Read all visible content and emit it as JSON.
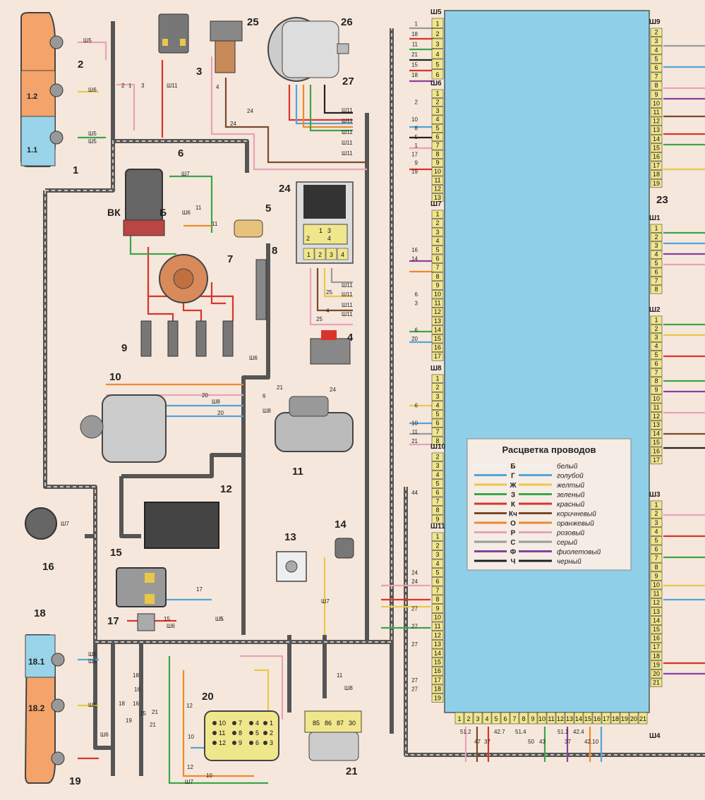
{
  "colors": {
    "background": "#f6e7dc",
    "block_fill": "#8fd0e8",
    "connector_pin": "#f0e68c",
    "orange_lamp": "#f4a36a",
    "blue_lamp": "#9ad4ea",
    "harness": "#555555"
  },
  "component_numbers": [
    "1",
    "2",
    "3",
    "4",
    "5",
    "6",
    "7",
    "8",
    "9",
    "10",
    "11",
    "12",
    "13",
    "14",
    "15",
    "16",
    "17",
    "18",
    "19",
    "20",
    "21",
    "23",
    "24",
    "25",
    "26",
    "27"
  ],
  "lamp_sections_front": [
    "1.2",
    "1.1"
  ],
  "lamp_sections_rear": [
    "18.1",
    "18.2"
  ],
  "coil_terminals": {
    "bk": "ВК",
    "b": "Б"
  },
  "relay24_pins": [
    "1",
    "2",
    "3",
    "4"
  ],
  "relay24_contacts": [
    "1",
    "2",
    "3",
    "4"
  ],
  "relay21_pins": [
    "85",
    "86",
    "87",
    "30"
  ],
  "block20_pins": [
    "10",
    "7",
    "4",
    "1",
    "11",
    "8",
    "5",
    "2",
    "12",
    "9",
    "6",
    "3"
  ],
  "connectors": {
    "sh5": {
      "name": "Ш5",
      "pins": [
        "1",
        "2",
        "3",
        "4",
        "5",
        "6"
      ],
      "wires": [
        "1",
        "18",
        "11",
        "21",
        "15",
        "18"
      ]
    },
    "sh6": {
      "name": "Ш6",
      "pins": [
        "1",
        "2",
        "3",
        "4",
        "5",
        "6",
        "7",
        "8",
        "9",
        "10",
        "11",
        "12",
        "13"
      ],
      "wires": [
        "",
        "2",
        "",
        "10",
        "8",
        "5",
        "1",
        "17",
        "9",
        "19",
        "",
        "",
        ""
      ]
    },
    "sh7": {
      "name": "Ш7",
      "pins": [
        "1",
        "2",
        "3",
        "4",
        "5",
        "6",
        "7",
        "8",
        "9",
        "10",
        "11",
        "12",
        "13",
        "14",
        "15",
        "16",
        "17"
      ],
      "wires": [
        "",
        "",
        "",
        "",
        "16",
        "14",
        "",
        "",
        "",
        "6",
        "3",
        "",
        "",
        "6",
        "20",
        "",
        ""
      ]
    },
    "sh8": {
      "name": "Ш8",
      "pins": [
        "1",
        "2",
        "3",
        "4",
        "5",
        "6",
        "7",
        "8"
      ],
      "wires": [
        "",
        "",
        "",
        "6",
        "",
        "10",
        "11",
        "21"
      ]
    },
    "sh10": {
      "name": "Ш10",
      "pins": [
        "2",
        "3",
        "4",
        "5",
        "6",
        "7",
        "8",
        "9"
      ],
      "wires": [
        "",
        "",
        "",
        "",
        "44",
        "",
        "",
        ""
      ]
    },
    "sh11": {
      "name": "Ш11",
      "pins": [
        "1",
        "2",
        "3",
        "4",
        "5",
        "6",
        "7",
        "8",
        "9",
        "10",
        "11",
        "12",
        "13",
        "14",
        "15",
        "16",
        "17",
        "18",
        "19"
      ],
      "wires": [
        "",
        "",
        "",
        "",
        "24",
        "24",
        "",
        "",
        "27",
        "",
        "27",
        "",
        "27",
        "",
        "",
        "",
        "27",
        "27",
        ""
      ]
    },
    "sh9": {
      "name": "Ш9",
      "pins": [
        "2",
        "3",
        "4",
        "5",
        "6",
        "7",
        "8",
        "9",
        "10",
        "11",
        "12",
        "13",
        "14",
        "15",
        "16",
        "17",
        "18",
        "19"
      ]
    },
    "sh1": {
      "name": "Ш1",
      "pins": [
        "1",
        "2",
        "3",
        "4",
        "5",
        "6",
        "7",
        "8"
      ]
    },
    "sh2": {
      "name": "Ш2",
      "pins": [
        "1",
        "2",
        "3",
        "4",
        "5",
        "6",
        "7",
        "8",
        "9",
        "10",
        "11",
        "12",
        "13",
        "14",
        "15",
        "16",
        "17"
      ]
    },
    "sh3": {
      "name": "Ш3",
      "pins": [
        "1",
        "2",
        "3",
        "4",
        "5",
        "6",
        "7",
        "8",
        "9",
        "10",
        "11",
        "12",
        "13",
        "14",
        "15",
        "16",
        "17",
        "18",
        "19",
        "20",
        "21"
      ]
    },
    "sh4": {
      "name": "Ш4",
      "pins": [
        "1",
        "2",
        "3",
        "4",
        "5",
        "6",
        "7",
        "8",
        "9",
        "10",
        "11",
        "12",
        "13",
        "14",
        "15",
        "16",
        "17",
        "18",
        "19",
        "20",
        "21"
      ],
      "wires": [
        "51.2",
        "47",
        "37",
        "42.7",
        "51.4",
        "50",
        "43",
        "51.2",
        "37",
        "42.4",
        "42.10"
      ]
    }
  },
  "harness_labels": [
    "Ш5",
    "Ш6",
    "Ш5",
    "Ш5",
    "Ш6",
    "Ш7",
    "Ш8",
    "Ш11",
    "Ш11",
    "Ш11",
    "Ш11",
    "Ш11",
    "Ш11",
    "Ш11",
    "Ш11",
    "Ш11",
    "Ш11",
    "Ш6",
    "Ш8",
    "Ш7",
    "Ш5",
    "Ш8",
    "Ш7",
    "Ш6",
    "Ш5",
    "Ш5",
    "Ш6",
    "Ш6",
    "Ш7"
  ],
  "wire_numbers": [
    "2",
    "1",
    "3",
    "24",
    "24",
    "11",
    "11",
    "20",
    "20",
    "21",
    "6",
    "25",
    "4",
    "24",
    "25",
    "17",
    "15",
    "5",
    "18",
    "19",
    "16",
    "15",
    "21",
    "12",
    "12",
    "10",
    "10",
    "4",
    "11",
    "18",
    "16",
    "21"
  ],
  "legend": {
    "title": "Расцветка проводов",
    "items": [
      {
        "code": "Б",
        "name": "белый",
        "color": "#f2f2f2"
      },
      {
        "code": "Г",
        "name": "голубой",
        "color": "#4fa6d9"
      },
      {
        "code": "Ж",
        "name": "желтый",
        "color": "#e8c84a"
      },
      {
        "code": "З",
        "name": "зеленый",
        "color": "#3aa64a"
      },
      {
        "code": "К",
        "name": "красный",
        "color": "#d9342b"
      },
      {
        "code": "Кч",
        "name": "коричневый",
        "color": "#7a4a2a"
      },
      {
        "code": "О",
        "name": "оранжевый",
        "color": "#ec8a2f"
      },
      {
        "code": "Р",
        "name": "розовый",
        "color": "#e8a3b8"
      },
      {
        "code": "С",
        "name": "серый",
        "color": "#9a9a9a"
      },
      {
        "code": "Ф",
        "name": "фиолетовый",
        "color": "#8a3fa0"
      },
      {
        "code": "Ч",
        "name": "черный",
        "color": "#222222"
      }
    ]
  }
}
